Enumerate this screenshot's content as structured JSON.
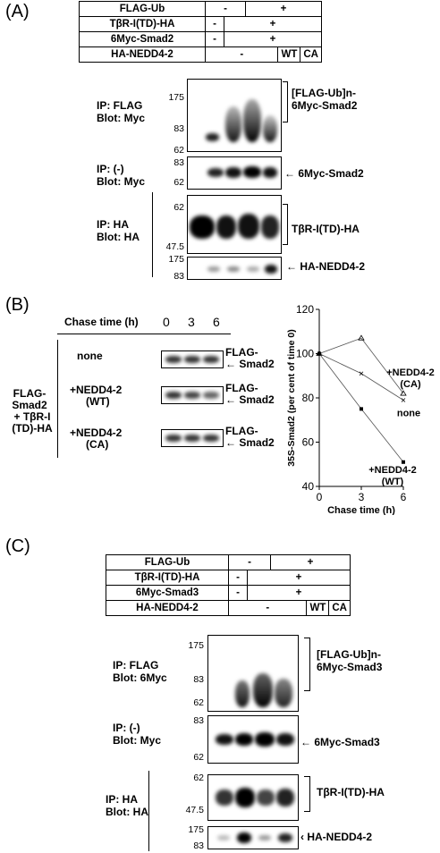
{
  "panelA": {
    "letter": "(A)",
    "table": {
      "rows": [
        {
          "label": "FLAG-Ub",
          "cells": [
            "-",
            "+"
          ]
        },
        {
          "label": "TβR-I(TD)-HA",
          "cells": [
            "-",
            "+"
          ]
        },
        {
          "label": "6Myc-Smad2",
          "cells": [
            "-",
            "+"
          ]
        },
        {
          "label": "HA-NEDD4-2",
          "cells": [
            "-",
            "WT",
            "CA"
          ]
        }
      ]
    },
    "blot1": {
      "ip": "IP: FLAG",
      "blot": "Blot: Myc",
      "mw": [
        "175",
        "83",
        "62"
      ],
      "label_line1": "[FLAG-Ub]n-",
      "label_line2": "6Myc-Smad2"
    },
    "blot2": {
      "ip": "IP: (-)",
      "blot": "Blot: Myc",
      "mw": [
        "83",
        "62"
      ],
      "label": "6Myc-Smad2"
    },
    "blot3": {
      "ip": "IP: HA",
      "blot": "Blot: HA",
      "mw": [
        "62",
        "47.5"
      ],
      "label": "TβR-I(TD)-HA"
    },
    "blot4": {
      "mw": [
        "175",
        "83"
      ],
      "label": "HA-NEDD4-2"
    }
  },
  "panelB": {
    "letter": "(B)",
    "chase_label": "Chase time (h)",
    "times": [
      "0",
      "3",
      "6"
    ],
    "left_label": [
      "FLAG-",
      "Smad2",
      "+ TβR-I",
      "(TD)-HA"
    ],
    "rows": [
      {
        "cond1": "none",
        "cond2": "",
        "band_label1": "FLAG-",
        "band_label2": "Smad2"
      },
      {
        "cond1": "+NEDD4-2",
        "cond2": "(WT)",
        "band_label1": "FLAG-",
        "band_label2": "Smad2"
      },
      {
        "cond1": "+NEDD4-2",
        "cond2": "(CA)",
        "band_label1": "FLAG-",
        "band_label2": "Smad2"
      }
    ]
  },
  "chart_data": {
    "type": "line",
    "x": [
      0,
      3,
      6
    ],
    "xlabel": "Chase time (h)",
    "ylabel": "35S-Smad2 (per cent of time 0)",
    "ylim": [
      40,
      120
    ],
    "xlim": [
      0,
      6
    ],
    "yticks": [
      40,
      60,
      80,
      100,
      120
    ],
    "xticks": [
      0,
      3,
      6
    ],
    "series": [
      {
        "name": "+NEDD4-2 (CA)",
        "label1": "+NEDD4-2",
        "label2": "(CA)",
        "values": [
          100,
          107,
          82
        ],
        "marker": "triangle"
      },
      {
        "name": "none",
        "label1": "none",
        "label2": "",
        "values": [
          100,
          91,
          79
        ],
        "marker": "x"
      },
      {
        "name": "+NEDD4-2 (WT)",
        "label1": "+NEDD4-2",
        "label2": "(WT)",
        "values": [
          100,
          75,
          51
        ],
        "marker": "square"
      }
    ]
  },
  "panelC": {
    "letter": "(C)",
    "table": {
      "rows": [
        {
          "label": "FLAG-Ub",
          "cells": [
            "-",
            "+"
          ]
        },
        {
          "label": "TβR-I(TD)-HA",
          "cells": [
            "-",
            "+"
          ]
        },
        {
          "label": "6Myc-Smad3",
          "cells": [
            "-",
            "+"
          ]
        },
        {
          "label": "HA-NEDD4-2",
          "cells": [
            "-",
            "WT",
            "CA"
          ]
        }
      ]
    },
    "blot1": {
      "ip": "IP: FLAG",
      "blot": "Blot: 6Myc",
      "mw": [
        "175",
        "83",
        "62"
      ],
      "label_line1": "[FLAG-Ub]n-",
      "label_line2": "6Myc-Smad3"
    },
    "blot2": {
      "ip": "IP: (-)",
      "blot": "Blot: Myc",
      "mw": [
        "83",
        "62"
      ],
      "label": "6Myc-Smad3"
    },
    "blot3": {
      "ip": "IP:  HA",
      "blot": "Blot: HA",
      "mw": [
        "62",
        "47.5"
      ],
      "label": "TβR-I(TD)-HA"
    },
    "blot4": {
      "mw": [
        "175",
        "83"
      ],
      "label": "HA-NEDD4-2"
    }
  }
}
